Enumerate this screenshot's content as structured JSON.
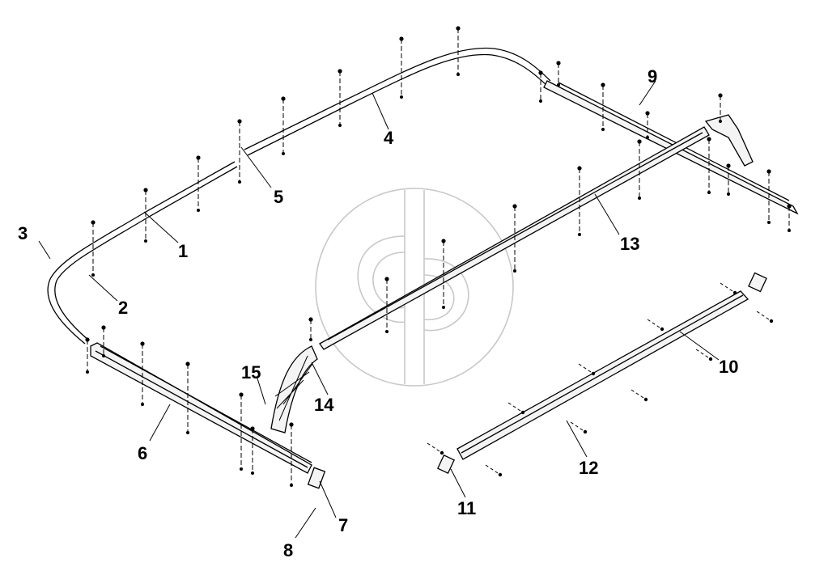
{
  "callouts": [
    {
      "id": "1",
      "label": "1"
    },
    {
      "id": "2",
      "label": "2"
    },
    {
      "id": "3",
      "label": "3"
    },
    {
      "id": "4",
      "label": "4"
    },
    {
      "id": "5",
      "label": "5"
    },
    {
      "id": "6",
      "label": "6"
    },
    {
      "id": "7",
      "label": "7"
    },
    {
      "id": "8",
      "label": "8"
    },
    {
      "id": "9",
      "label": "9"
    },
    {
      "id": "10",
      "label": "10"
    },
    {
      "id": "11",
      "label": "11"
    },
    {
      "id": "12",
      "label": "12"
    },
    {
      "id": "13",
      "label": "13"
    },
    {
      "id": "14",
      "label": "14"
    },
    {
      "id": "15",
      "label": "15"
    }
  ],
  "colors": {
    "line": "#000000",
    "watermark": "#c8c8c8",
    "background": "#ffffff"
  }
}
